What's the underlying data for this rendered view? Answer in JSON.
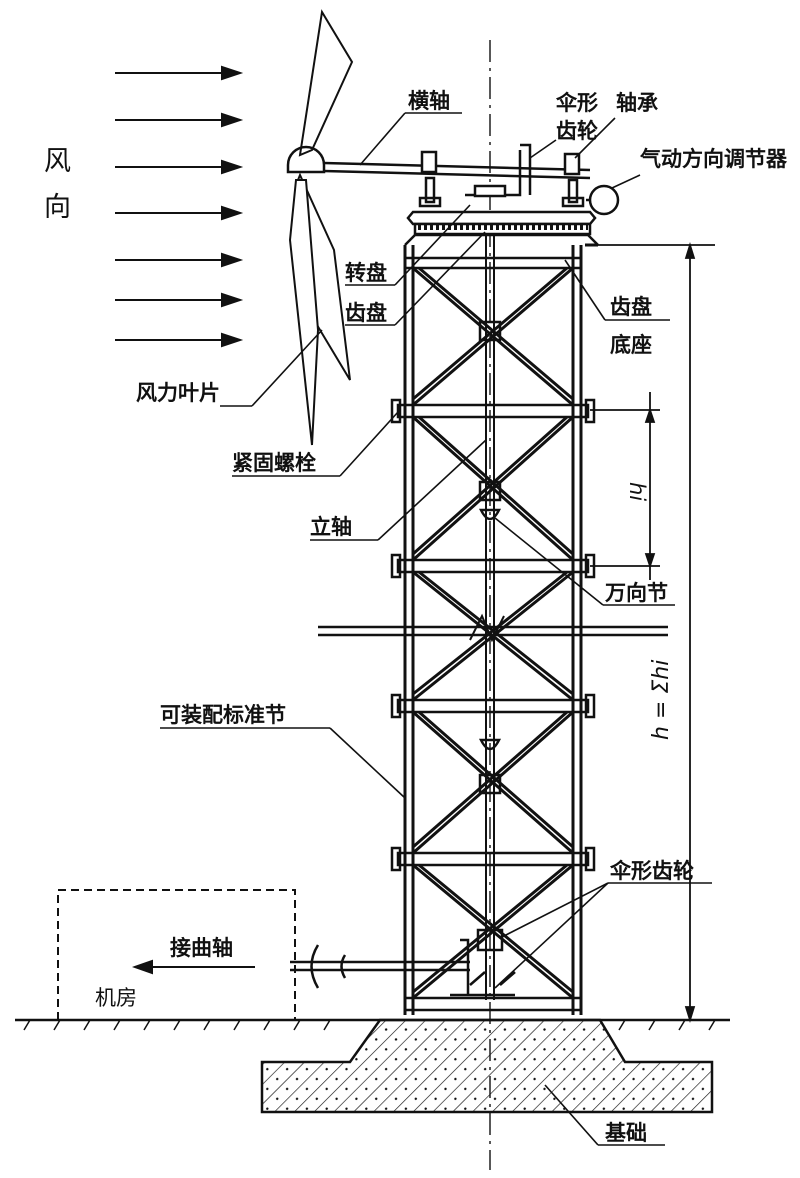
{
  "labels": {
    "wind_direction": "风向",
    "horizontal_shaft": "横轴",
    "bevel_gear_top_1": "伞形",
    "bevel_gear_top_2": "齿轮",
    "bearing": "轴承",
    "pneumatic_regulator": "气动方向调节器",
    "turntable_1": "转盘",
    "turntable_2": "齿盘",
    "gear_disc_base_1": "齿盘",
    "gear_disc_base_2": "底座",
    "wind_blade": "风力叶片",
    "fastening_bolt": "紧固螺栓",
    "vertical_shaft": "立轴",
    "universal_joint": "万向节",
    "section_height": "hi",
    "standard_section": "可装配标准节",
    "total_height": "h = Σhi",
    "bevel_gear_bottom": "伞形齿轮",
    "crankshaft": "接曲轴",
    "machine_room": "机房",
    "foundation": "基础"
  }
}
